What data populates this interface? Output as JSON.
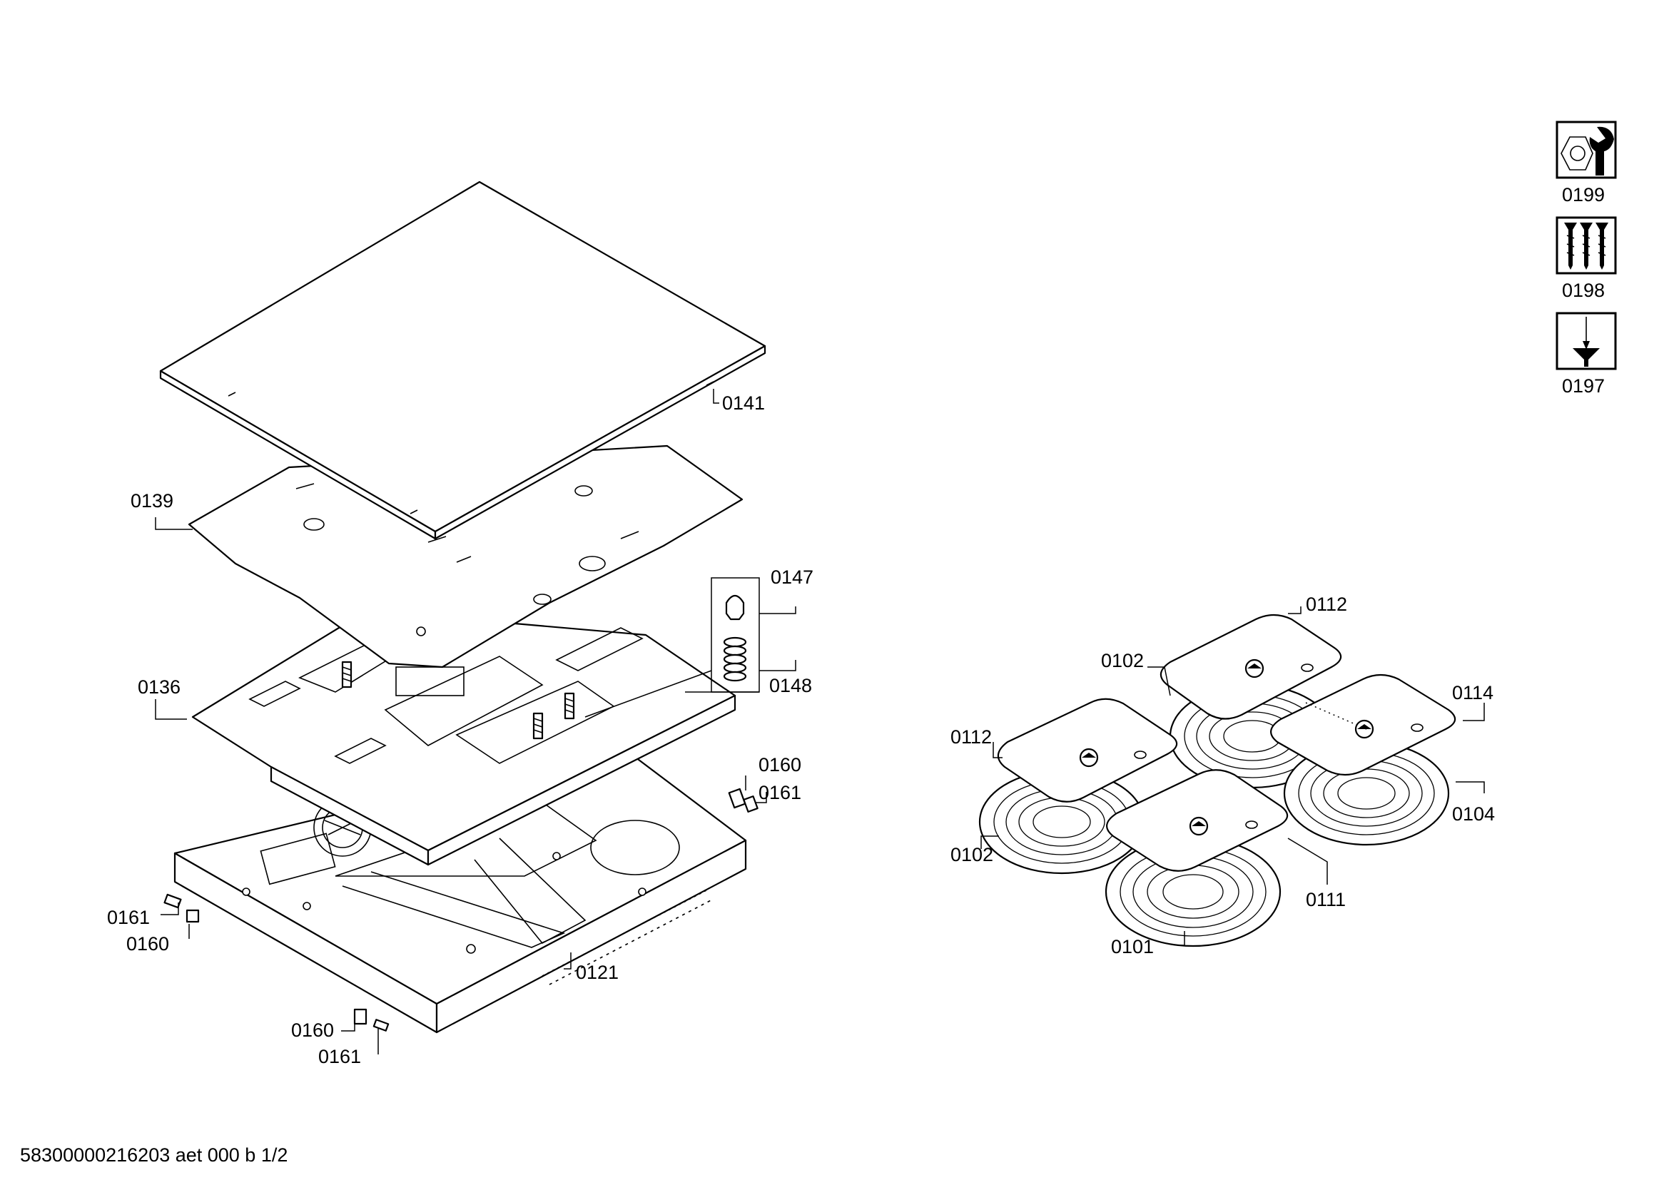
{
  "labels": {
    "p0141": "0141",
    "p0139": "0139",
    "p0147": "0147",
    "p0148": "0148",
    "p0136": "0136",
    "p0160a": "0160",
    "p0161a": "0161",
    "p0161b": "0161",
    "p0160b": "0160",
    "p0121": "0121",
    "p0160c": "0160",
    "p0161c": "0161",
    "p0112a": "0112",
    "p0102a": "0102",
    "p0114": "0114",
    "p0112b": "0112",
    "p0104": "0104",
    "p0102b": "0102",
    "p0111": "0111",
    "p0101": "0101"
  },
  "legend": {
    "i0199": "0199",
    "i0198": "0198",
    "i0197": "0197",
    "icon_names": [
      "nut-wrench-icon",
      "screws-icon",
      "screwdriver-icon"
    ]
  },
  "footer": "58300000216203 aet 000 b 1/2"
}
